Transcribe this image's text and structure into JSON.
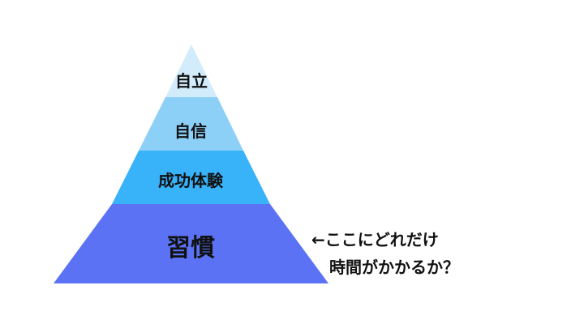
{
  "pyramid": {
    "tiers": [
      {
        "label": "自立",
        "color": "#d2ecfb"
      },
      {
        "label": "自信",
        "color": "#8ccff7"
      },
      {
        "label": "成功体験",
        "color": "#38b2f8"
      },
      {
        "label": "習慣",
        "color": "#5b72f5"
      }
    ]
  },
  "annotation": {
    "arrow": "←",
    "line1": "ここにどれだけ",
    "line2": "時間がかかるか？"
  }
}
